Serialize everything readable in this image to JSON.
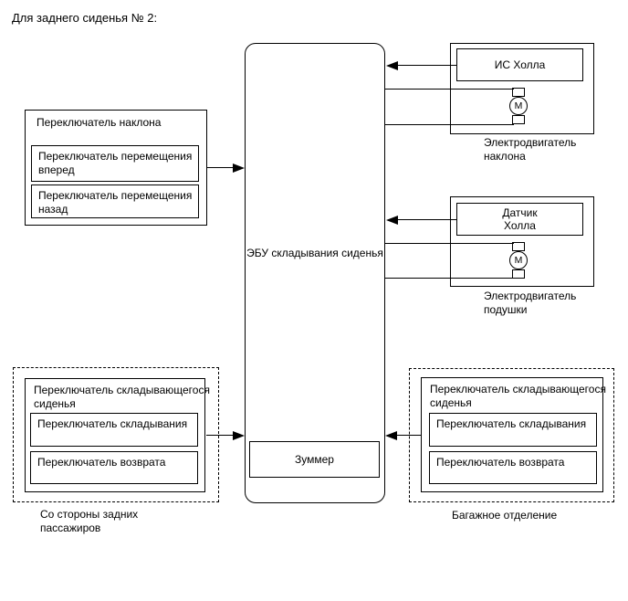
{
  "title": "Для заднего сиденья № 2:",
  "colors": {
    "line": "#000000",
    "background": "#ffffff"
  },
  "ecu": {
    "label": "ЭБУ складывания сиденья",
    "buzzer": "Зуммер"
  },
  "tilt_switch_unit": {
    "label": "Переключатель наклона",
    "forward_switch_lines": [
      "Переключатель перемещения",
      "вперед"
    ],
    "backward_switch_lines": [
      "Переключатель перемещения",
      "назад"
    ]
  },
  "tilt_motor_unit": {
    "sensor": "ИС Холла",
    "motor_letter": "M",
    "caption_lines": [
      "Электродвигатель",
      "наклона"
    ]
  },
  "cushion_motor_unit": {
    "sensor_lines": [
      "Датчик",
      "Холла"
    ],
    "motor_letter": "M",
    "caption_lines": [
      "Электродвигатель",
      "подушки"
    ]
  },
  "rear_passenger_unit": {
    "label_lines": [
      "Переключатель складывающегося",
      "сиденья"
    ],
    "fold_switch": "Переключатель складывания",
    "return_switch": "Переключатель возврата",
    "caption_lines": [
      "Со стороны задних",
      "пассажиров"
    ]
  },
  "luggage_unit": {
    "label_lines": [
      "Переключатель складывающегося",
      "сиденья"
    ],
    "fold_switch": "Переключатель складывания",
    "return_switch": "Переключатель возврата",
    "caption": "Багажное отделение"
  }
}
